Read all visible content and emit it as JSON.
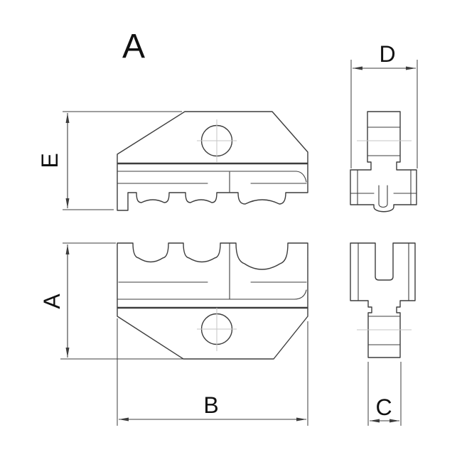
{
  "drawing": {
    "title": "A",
    "dimension_labels": {
      "e": "E",
      "a": "A",
      "b": "B",
      "c": "C",
      "d": "D"
    },
    "colors": {
      "line": "#3d3d3d",
      "centerline": "#c6c6c6",
      "background": "#ffffff",
      "text": "#111111"
    }
  }
}
